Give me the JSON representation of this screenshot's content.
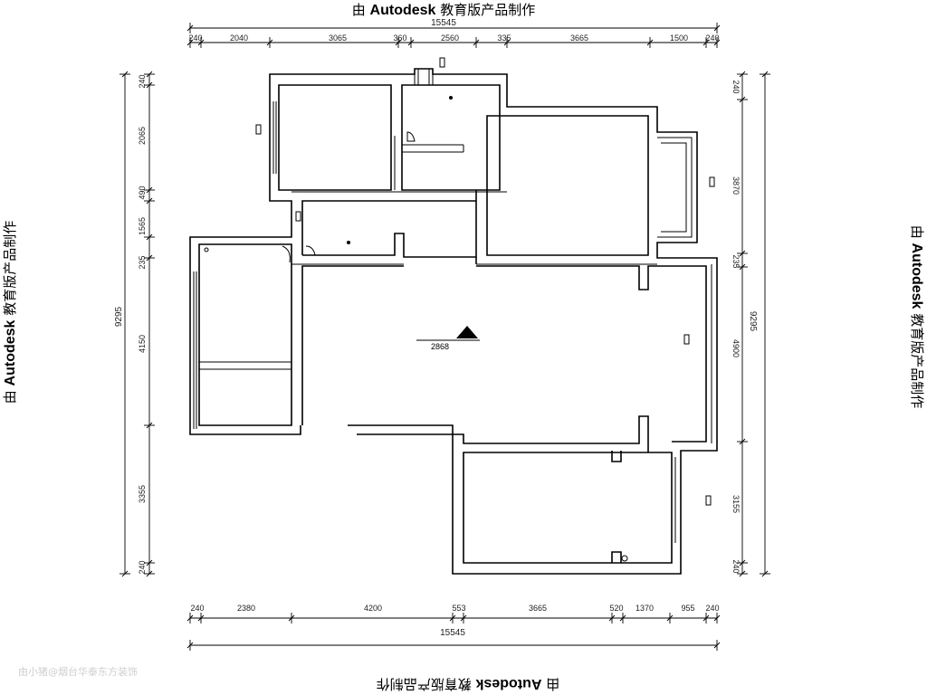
{
  "watermark": {
    "prefix": "由",
    "brand": "Autodesk",
    "suffix": "教育版产品制作"
  },
  "dimensions": {
    "top_total": "15545",
    "top": [
      "240",
      "2040",
      "3065",
      "360",
      "2560",
      "335",
      "3665",
      "1500",
      "240"
    ],
    "bottom": [
      "240",
      "2380",
      "4200",
      "553",
      "3665",
      "520",
      "1370",
      "955",
      "240"
    ],
    "bottom_total": "15545",
    "left": [
      "240",
      "2065",
      "490",
      "1565",
      "235",
      "4150",
      "3355",
      "240"
    ],
    "left_total": "9295",
    "right": [
      "240",
      "3870",
      "235",
      "4900",
      "3155",
      "240"
    ],
    "right_total": "9295"
  },
  "level_mark": "2868",
  "credit": "由小猪@烟台华泰东方装饰",
  "colors": {
    "line": "#000000",
    "text": "#222222",
    "credit": "#cfcfcf"
  }
}
